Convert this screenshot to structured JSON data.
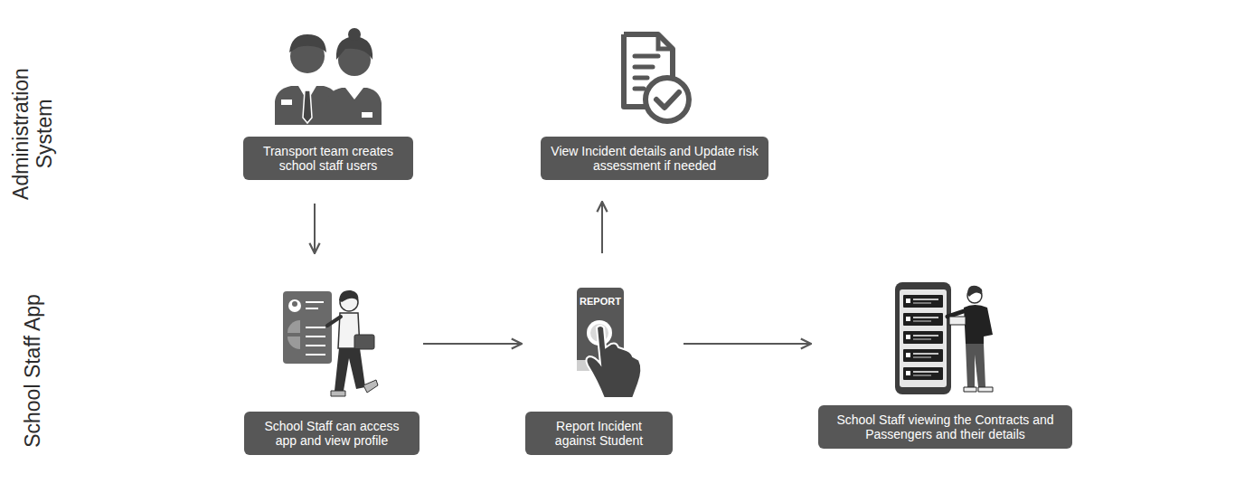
{
  "diagram": {
    "nodes": [
      {
        "text": [
          "Transport team creates school staff users"
        ]
      },
      {
        "text": [
          "View Incident details and Update risk assessment if needed"
        ]
      },
      {
        "text": [
          "School Staff can access app and view profile"
        ]
      },
      {
        "text": [
          "Report Incident against Student"
        ]
      },
      {
        "text": [
          "School Staff viewing the Contracts and Passengers and their details"
        ]
      }
    ],
    "edges": [
      {
        "from": 0,
        "to": 2,
        "arrow": "to"
      },
      {
        "from": 2,
        "to": 3,
        "arrow": "to"
      },
      {
        "from": 3,
        "to": 1,
        "arrow": "to"
      },
      {
        "from": 3,
        "to": 4,
        "arrow": "to"
      }
    ],
    "labels": [
      "Administration System",
      "School Staff App",
      "REPORT"
    ]
  }
}
